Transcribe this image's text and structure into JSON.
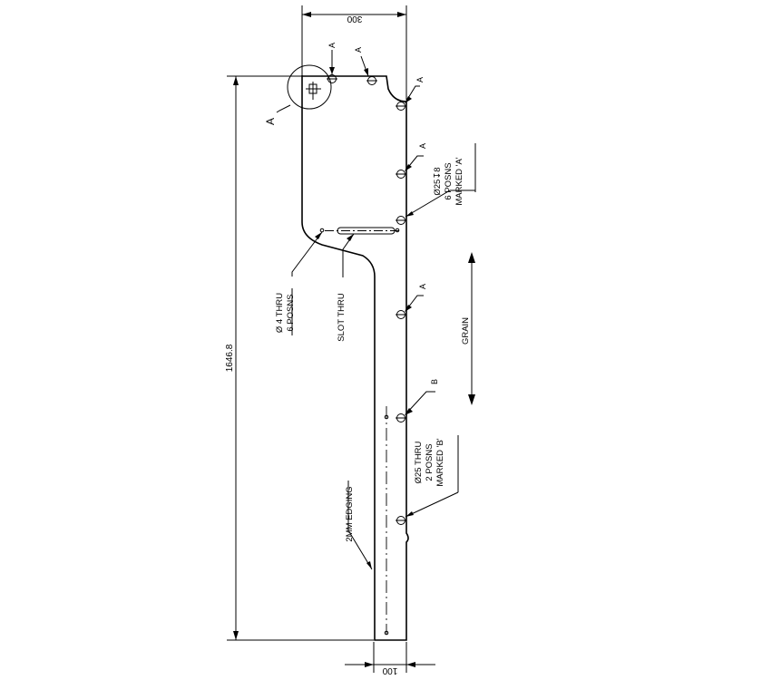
{
  "dimensions": {
    "top_width": "300",
    "overall_length": "1646.8",
    "bottom_width": "100"
  },
  "labels": {
    "hole_a_1": "A",
    "hole_a_2": "A",
    "hole_a_3": "A",
    "hole_a_4": "A",
    "hole_a_5": "A",
    "hole_b": "B",
    "detail_a": "A",
    "note_a_line1": "Ø25",
    "note_a_depth_symbol": "↧",
    "note_a_depth": "8",
    "note_a_line2": "6 POSNS",
    "note_a_line3": "MARKED 'A'",
    "note_holes_line1": "Ø 4 THRU",
    "note_holes_line2": "6 POSNS",
    "note_slot": "SLOT THRU",
    "grain": "GRAIN",
    "note_b_line1": "Ø25 THRU",
    "note_b_line2": "2 POSNS",
    "note_b_line3": "MARKED 'B'",
    "edging": "2MM EDGING"
  }
}
